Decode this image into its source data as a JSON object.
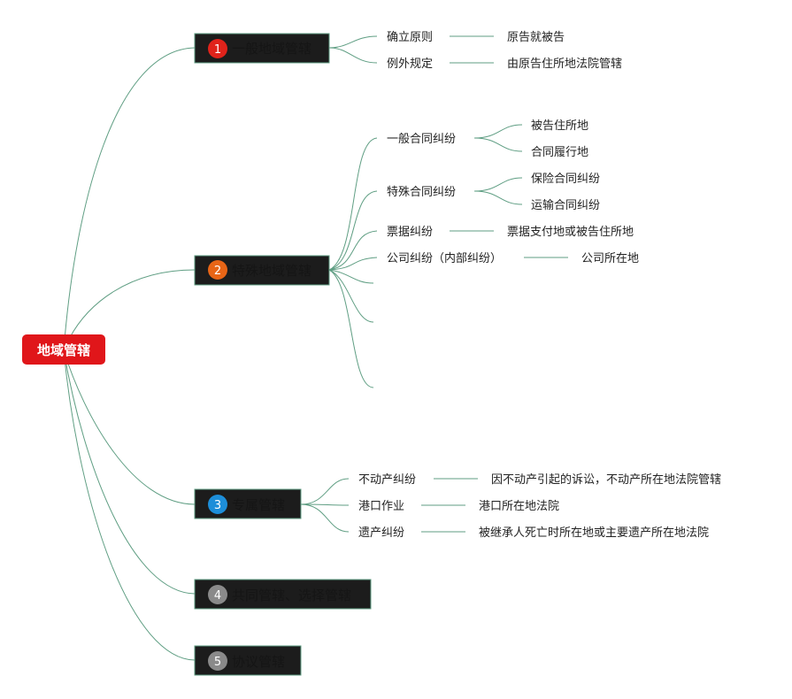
{
  "colors": {
    "root": "#e0161a",
    "connector": "#5f9e83",
    "main_box": "#1c1c1c",
    "badge_1": "#e0231b",
    "badge_2": "#e86516",
    "badge_3": "#1d8ed9",
    "badge_4": "#8a8a8a",
    "badge_5": "#8a8a8a"
  },
  "root": {
    "label": "地域管辖"
  },
  "branches": [
    {
      "num": "1",
      "label": "一般地域管辖",
      "children": [
        {
          "label": "确立原则",
          "detail": "原告就被告"
        },
        {
          "label": "例外规定",
          "detail": "由原告住所地法院管辖"
        }
      ]
    },
    {
      "num": "2",
      "label": "特殊地域管辖",
      "children": [
        {
          "label": "一般合同纠纷",
          "sub": [
            "被告住所地",
            "合同履行地"
          ]
        },
        {
          "label": "特殊合同纠纷",
          "sub": [
            "保险合同纠纷",
            "运输合同纠纷"
          ]
        },
        {
          "label": "票据纠纷",
          "detail": "票据支付地或被告住所地"
        },
        {
          "label": "公司纠纷（内部纠纷）",
          "detail": "公司所在地"
        },
        {
          "label": ""
        },
        {
          "label": ""
        },
        {
          "label": ""
        }
      ]
    },
    {
      "num": "3",
      "label": "专属管辖",
      "children": [
        {
          "label": "不动产纠纷",
          "detail": "因不动产引起的诉讼，不动产所在地法院管辖"
        },
        {
          "label": "港口作业",
          "detail": "港口所在地法院"
        },
        {
          "label": "遗产纠纷",
          "detail": "被继承人死亡时所在地或主要遗产所在地法院"
        }
      ]
    },
    {
      "num": "4",
      "label": "共同管辖、选择管辖"
    },
    {
      "num": "5",
      "label": "协议管辖"
    }
  ]
}
